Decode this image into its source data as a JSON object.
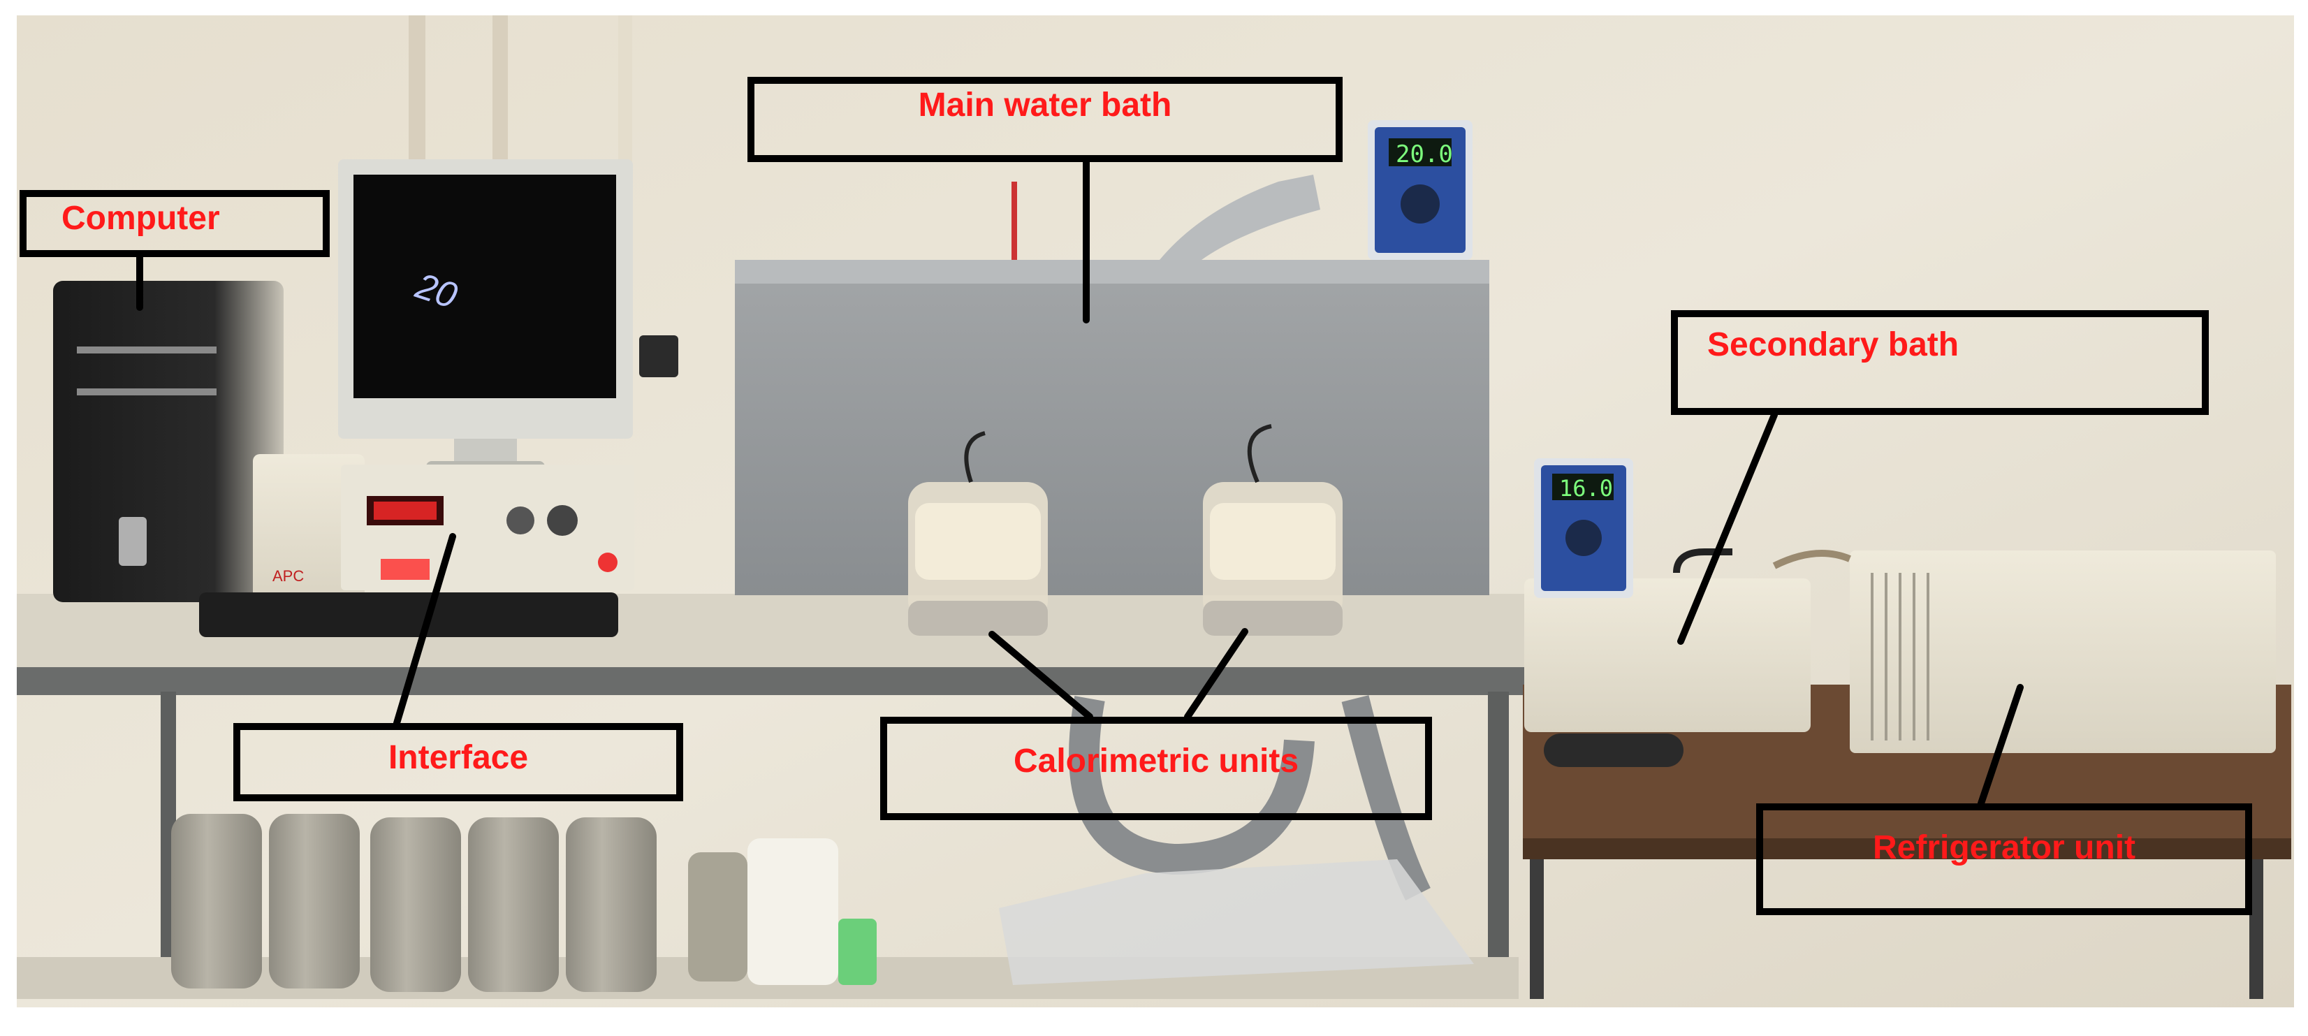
{
  "labels": {
    "main_water_bath": "Main water bath",
    "computer": "Computer",
    "secondary_bath": "Secondary bath",
    "interface": "Interface",
    "calorimetric_units": "Calorimetric units",
    "refrigerator_unit": "Refrigerator unit"
  },
  "displays": {
    "main_bath_controller": "20.0",
    "secondary_bath_controller": "16.0"
  },
  "brands": {
    "ups": "APC"
  },
  "monitor_screen_text": "20"
}
